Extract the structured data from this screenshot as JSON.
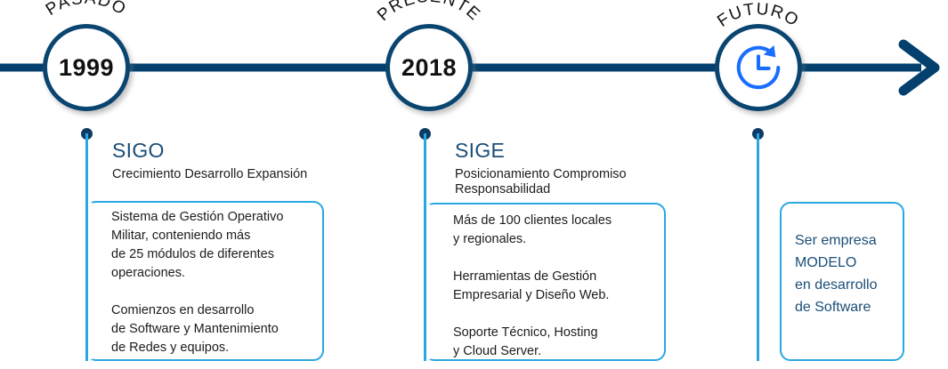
{
  "timeline": {
    "axis_color": "#04406e",
    "accent_color": "#29a8e0",
    "navy_color": "#0a4570",
    "icon_color": "#1a6eff",
    "arrow_name": "timeline-arrow-right"
  },
  "milestones": [
    {
      "id": "past",
      "arc_label": "PASADO",
      "year": "1999",
      "icon": null
    },
    {
      "id": "present",
      "arc_label": "PRESENTE",
      "year": "2018",
      "icon": null
    },
    {
      "id": "future",
      "arc_label": "FUTURO",
      "year": "",
      "icon": "clock-rotate-right-icon"
    }
  ],
  "blocks": [
    {
      "id": "sigo",
      "title": "SIGO",
      "subtitle": "Crecimiento Desarrollo Expansión",
      "card_text": "Sistema de Gestión Operativo\nMilitar, conteniendo más\nde 25 módulos de diferentes\noperaciones.\n\nComienzos en desarrollo\nde Software y Mantenimiento\nde Redes y equipos."
    },
    {
      "id": "sige",
      "title": "SIGE",
      "subtitle": "Posicionamiento Compromiso\nResponsabilidad",
      "card_text": "Más de 100 clientes locales\ny regionales.\n\nHerramientas de Gestión\nEmpresarial y Diseño Web.\n\nSoporte Técnico, Hosting\ny Cloud Server."
    },
    {
      "id": "futuro",
      "title": "",
      "subtitle": "",
      "card_text": "Ser empresa\nMODELO\nen desarrollo\nde Software"
    }
  ]
}
